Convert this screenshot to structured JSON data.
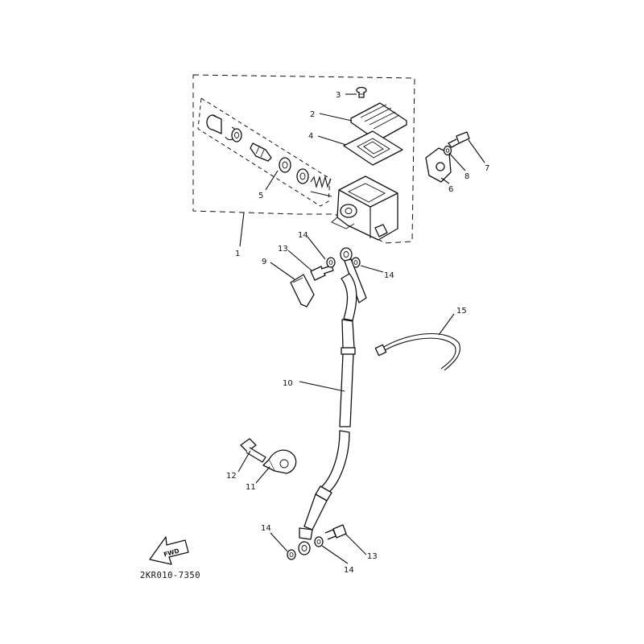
{
  "diagram": {
    "part_numbers": [
      "1",
      "2",
      "3",
      "4",
      "5",
      "6",
      "7",
      "8",
      "9",
      "10",
      "11",
      "12",
      "13",
      "14",
      "15"
    ],
    "labels": {
      "p1": "1",
      "p2": "2",
      "p3": "3",
      "p4": "4",
      "p5": "5",
      "p6": "6",
      "p7": "7",
      "p8": "8",
      "p9": "9",
      "p10": "10",
      "p11": "11",
      "p12": "12",
      "p13_top": "13",
      "p13_bottom": "13",
      "p14_a": "14",
      "p14_b": "14",
      "p14_c": "14",
      "p14_d": "14",
      "p15": "15"
    },
    "fwd_label": "FWD",
    "drawing_code": "2KR010-7350"
  }
}
